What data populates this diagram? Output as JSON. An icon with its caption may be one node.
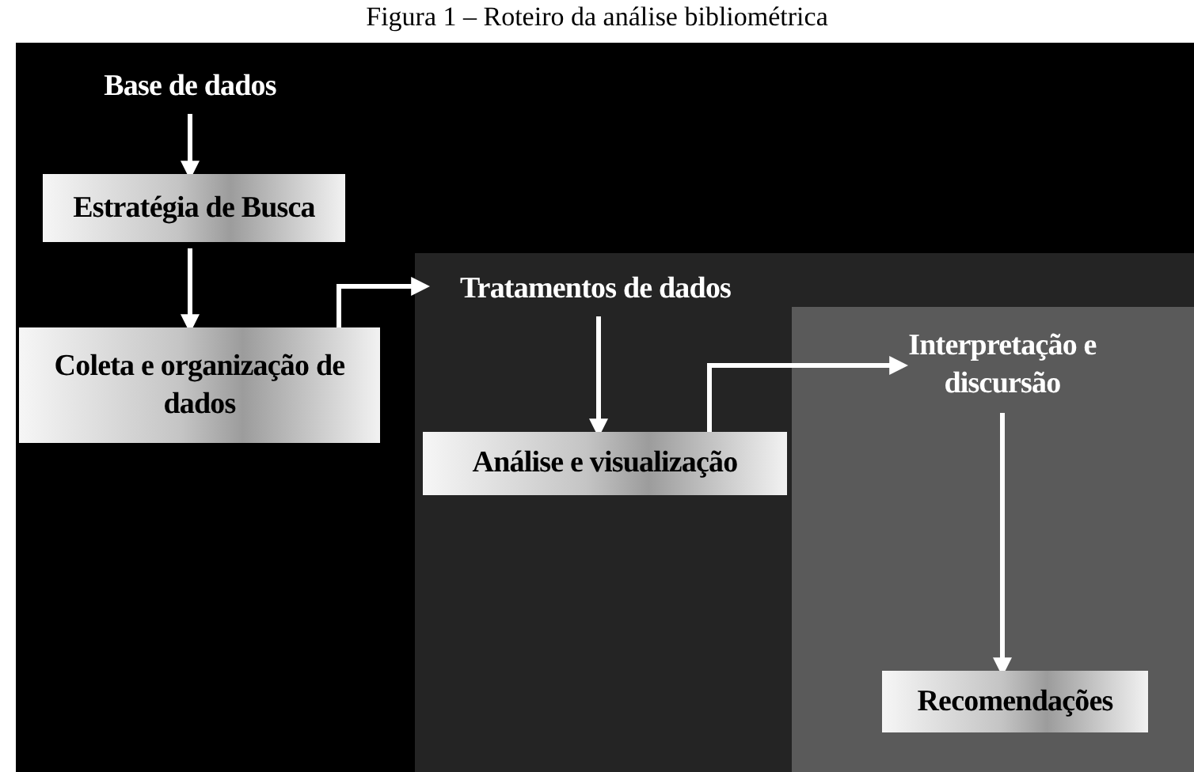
{
  "diagram": {
    "title": "Figura 1 – Roteiro da análise bibliométrica",
    "nodes": [
      {
        "text": [
          "Base de dados"
        ]
      },
      {
        "text": [
          "Estratégia de Busca"
        ]
      },
      {
        "text": [
          "Coleta e organização de dados"
        ]
      },
      {
        "text": [],
        "shape": "box"
      },
      {
        "text": [
          "Tratamentos de dados"
        ],
        "in": 3
      },
      {
        "text": [
          "Análise e visualização"
        ],
        "in": 3
      },
      {
        "text": [],
        "shape": "box",
        "in": 3
      },
      {
        "text": [
          "Interpretação e discursão"
        ],
        "in": 6
      },
      {
        "text": [
          "Recomendações"
        ],
        "in": 6
      }
    ],
    "edges": [
      {
        "from": 0,
        "to": 1,
        "arrow": "to"
      },
      {
        "from": 1,
        "to": 2,
        "arrow": "to"
      },
      {
        "from": 2,
        "to": 4,
        "arrow": "to"
      },
      {
        "from": 4,
        "to": 5,
        "arrow": "to"
      },
      {
        "from": 5,
        "to": 7,
        "arrow": "to"
      },
      {
        "from": 7,
        "to": 8,
        "arrow": "to"
      }
    ]
  }
}
